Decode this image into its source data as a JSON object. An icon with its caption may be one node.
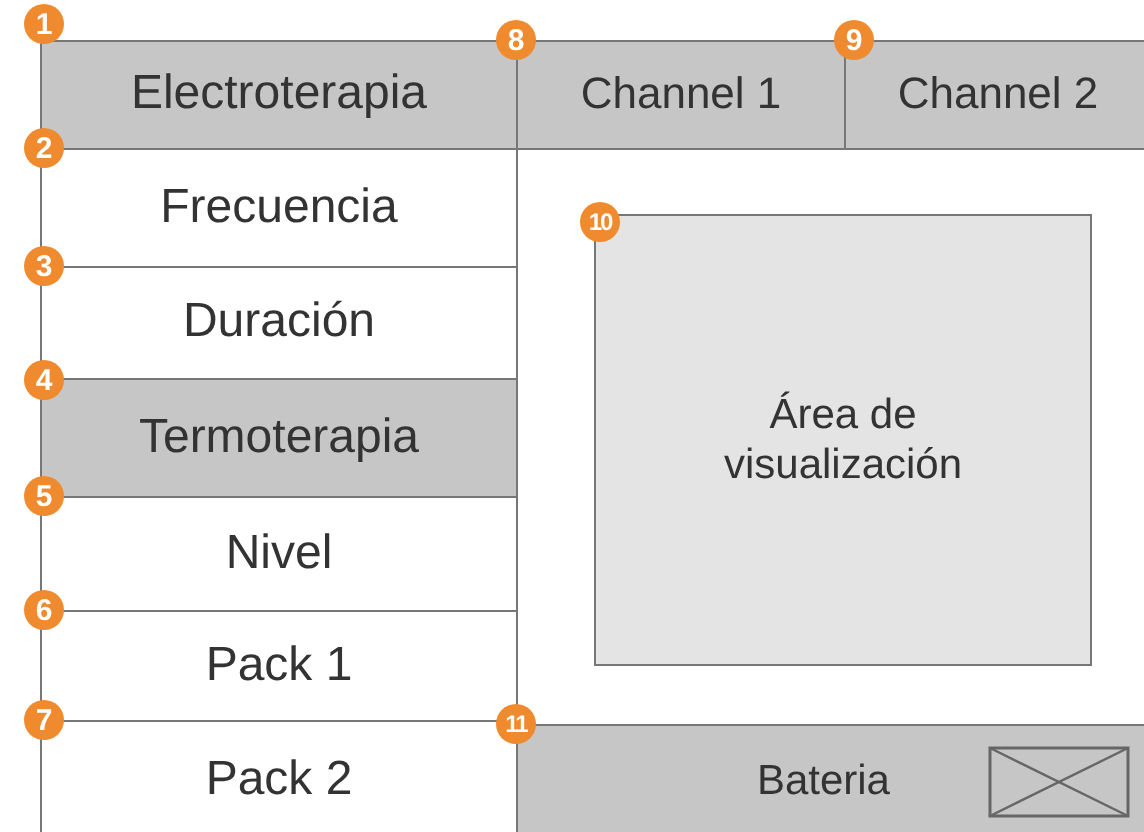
{
  "diagram": {
    "nodes": [
      {
        "text": [
          "Electroterapia"
        ]
      },
      {
        "text": [
          "Frecuencia"
        ]
      },
      {
        "text": [
          "Duración"
        ]
      },
      {
        "text": [
          "Termoterapia"
        ]
      },
      {
        "text": [
          "Nivel"
        ]
      },
      {
        "text": [
          "Pack 1"
        ]
      },
      {
        "text": [
          "Pack 2"
        ]
      },
      {
        "text": [
          "Channel 1"
        ]
      },
      {
        "text": [
          "Channel 2"
        ]
      },
      {
        "text": [
          "Área de visualización"
        ]
      },
      {
        "text": [
          "Bateria"
        ]
      }
    ],
    "labels": [
      "1",
      "8",
      "9",
      "2",
      "10",
      "3",
      "4",
      "5",
      "6",
      "7",
      "11"
    ]
  }
}
